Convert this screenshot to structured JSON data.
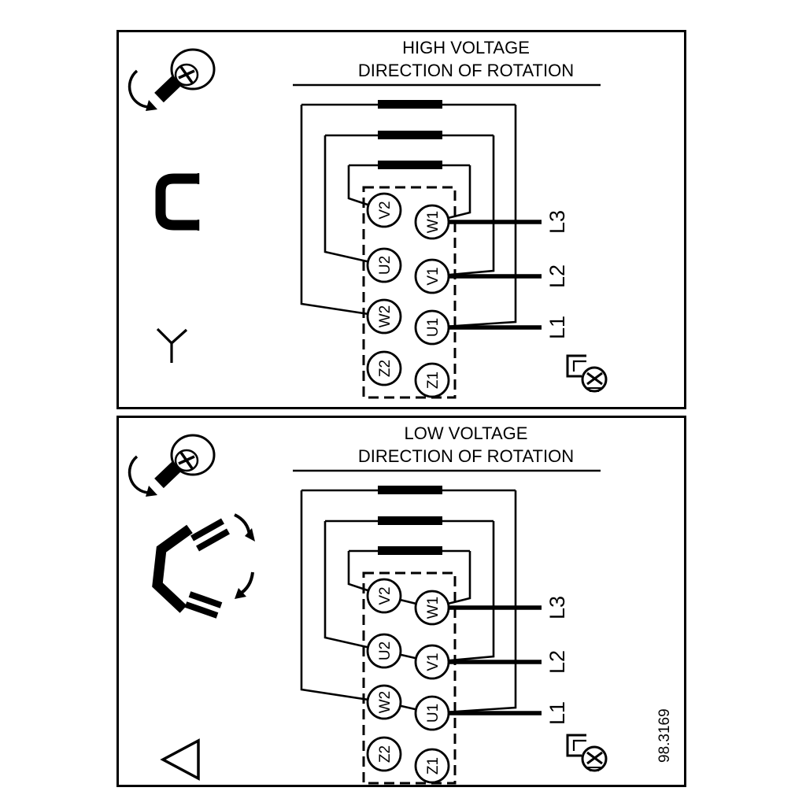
{
  "colors": {
    "ink": "#000000",
    "paper": "#ffffff"
  },
  "figure": {
    "number": "98.3169"
  },
  "panels": {
    "high": {
      "title_line1": "HIGH VOLTAGE",
      "title_line2": "DIRECTION OF ROTATION",
      "connection_symbol": "star",
      "terminals": {
        "v2": "V2",
        "u2": "U2",
        "w2": "W2",
        "z2": "Z2",
        "w1": "W1",
        "v1": "V1",
        "u1": "U1",
        "z1": "Z1"
      },
      "supply_lines": {
        "l1": "L1",
        "l2": "L2",
        "l3": "L3"
      }
    },
    "low": {
      "title_line1": "LOW VOLTAGE",
      "title_line2": "DIRECTION OF ROTATION",
      "connection_symbol": "delta",
      "terminals": {
        "v2": "V2",
        "u2": "U2",
        "w2": "W2",
        "z2": "Z2",
        "w1": "W1",
        "v1": "V1",
        "u1": "U1",
        "z1": "Z1"
      },
      "supply_lines": {
        "l1": "L1",
        "l2": "L2",
        "l3": "L3"
      }
    }
  }
}
